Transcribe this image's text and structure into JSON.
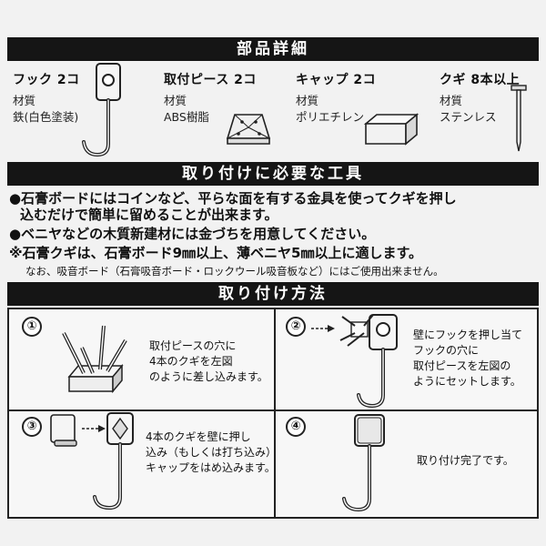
{
  "sections": {
    "parts_title": "部品詳細",
    "tools_title": "取り付けに必要な工具",
    "method_title": "取り付け方法"
  },
  "parts": [
    {
      "name": "フック 2コ",
      "material_label": "材質",
      "material": "鉄(白色塗装)"
    },
    {
      "name": "取付ピース 2コ",
      "material_label": "材質",
      "material": "ABS樹脂"
    },
    {
      "name": "キャップ 2コ",
      "material_label": "材質",
      "material": "ポリエチレン"
    },
    {
      "name": "クギ 8本以上",
      "material_label": "材質",
      "material": "ステンレス"
    }
  ],
  "tools": {
    "bullet1_line1": "●石膏ボードにはコインなど、平らな面を有する金具を使ってクギを押し",
    "bullet1_line2": "込むだけで簡単に留めることが出来ます。",
    "bullet2": "●ベニヤなどの木質新建材には金づちを用意してください。",
    "note1": "※石膏クギは、石膏ボード9㎜以上、薄ベニヤ5㎜以上に適します。",
    "note2": "なお、吸音ボード（石膏吸音ボード・ロックウール吸音板など）にはご使用出来ません。"
  },
  "steps": [
    {
      "num": "①",
      "text": "取付ピースの穴に\n4本のクギを左図\nのように差し込みます。"
    },
    {
      "num": "②",
      "text": "壁にフックを押し当て\nフックの穴に\n取付ピースを左図の\nようにセットします。"
    },
    {
      "num": "③",
      "text": "4本のクギを壁に押し\n込み（もしくは打ち込み）\nキャップをはめ込みます。"
    },
    {
      "num": "④",
      "text": "取り付け完了です。"
    }
  ]
}
